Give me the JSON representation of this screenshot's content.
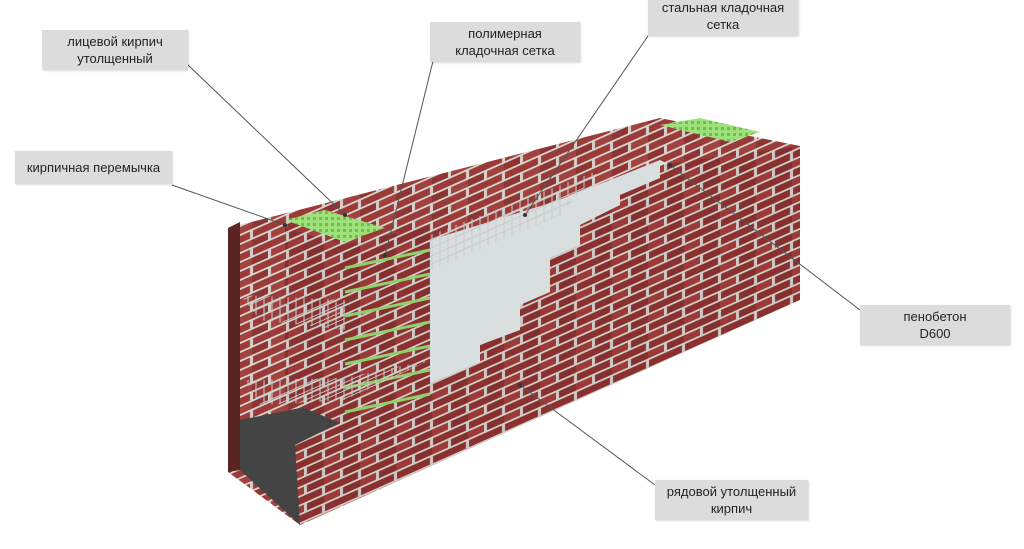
{
  "labels": {
    "face_brick": [
      "лицевой кирпич",
      "утолщенный"
    ],
    "polymer_mesh": [
      "полимерная",
      "кладочная сетка"
    ],
    "steel_mesh": [
      "стальная кладочная",
      "сетка"
    ],
    "brick_lintel": "кирпичная перемычка",
    "foam_concrete": [
      "пенобетон",
      "D600"
    ],
    "ordinary_brick": [
      "рядовой утолщенный",
      "кирпич"
    ]
  },
  "colors": {
    "brick": "#9a3b38",
    "mortar": "#d8d4d0",
    "mesh_green": "#8fd16a",
    "foam_concrete": "#d9dedf",
    "label_bg": "#dcdcdc"
  }
}
